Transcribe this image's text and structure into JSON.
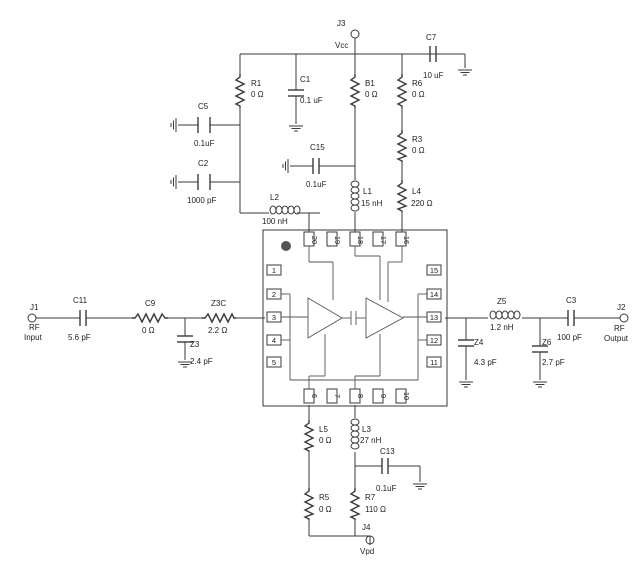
{
  "connectors": {
    "j3": {
      "ref": "J3",
      "net": "Vcc"
    },
    "j1": {
      "ref": "J1",
      "line1": "RF",
      "line2": "Input"
    },
    "j2": {
      "ref": "J2",
      "line1": "RF",
      "line2": "Output"
    },
    "j4": {
      "ref": "J4",
      "net": "Vpd"
    }
  },
  "components": {
    "r1": {
      "ref": "R1",
      "value": "0 Ω"
    },
    "c1": {
      "ref": "C1",
      "value": "0.1 uF"
    },
    "b1": {
      "ref": "B1",
      "value": "0 Ω"
    },
    "r6": {
      "ref": "R6",
      "value": "0 Ω"
    },
    "c7": {
      "ref": "C7",
      "value": "10 uF"
    },
    "c5": {
      "ref": "C5",
      "value": "0.1uF"
    },
    "c2": {
      "ref": "C2",
      "value": "1000 pF"
    },
    "c15": {
      "ref": "C15",
      "value": "0.1uF"
    },
    "r3": {
      "ref": "R3",
      "value": "0 Ω"
    },
    "l1": {
      "ref": "L1",
      "value": "15 nH"
    },
    "l4": {
      "ref": "L4",
      "value": "220 Ω"
    },
    "l2": {
      "ref": "L2",
      "value": "100 nH"
    },
    "c11": {
      "ref": "C11",
      "value": "5.6 pF"
    },
    "c9": {
      "ref": "C9",
      "value": "0 Ω"
    },
    "z3c": {
      "ref": "Z3C",
      "value": "2.2 Ω"
    },
    "z3": {
      "ref": "Z3",
      "value": "2.4 pF"
    },
    "z5": {
      "ref": "Z5",
      "value": "1.2 nH"
    },
    "c3": {
      "ref": "C3",
      "value": "100 pF"
    },
    "z4": {
      "ref": "Z4",
      "value": "4.3 pF"
    },
    "z6": {
      "ref": "Z6",
      "value": "2.7 pF"
    },
    "l5": {
      "ref": "L5",
      "value": "0 Ω"
    },
    "l3": {
      "ref": "L3",
      "value": "27 nH"
    },
    "c13": {
      "ref": "C13",
      "value": "0.1uF"
    },
    "r5": {
      "ref": "R5",
      "value": "0 Ω"
    },
    "r7": {
      "ref": "R7",
      "value": "110 Ω"
    }
  },
  "ic_pins": {
    "top": [
      "20",
      "19",
      "18",
      "17",
      "16"
    ],
    "left": [
      "1",
      "2",
      "3",
      "4",
      "5"
    ],
    "right": [
      "15",
      "14",
      "13",
      "12",
      "11"
    ],
    "bottom": [
      "6",
      "7",
      "8",
      "9",
      "10"
    ]
  }
}
